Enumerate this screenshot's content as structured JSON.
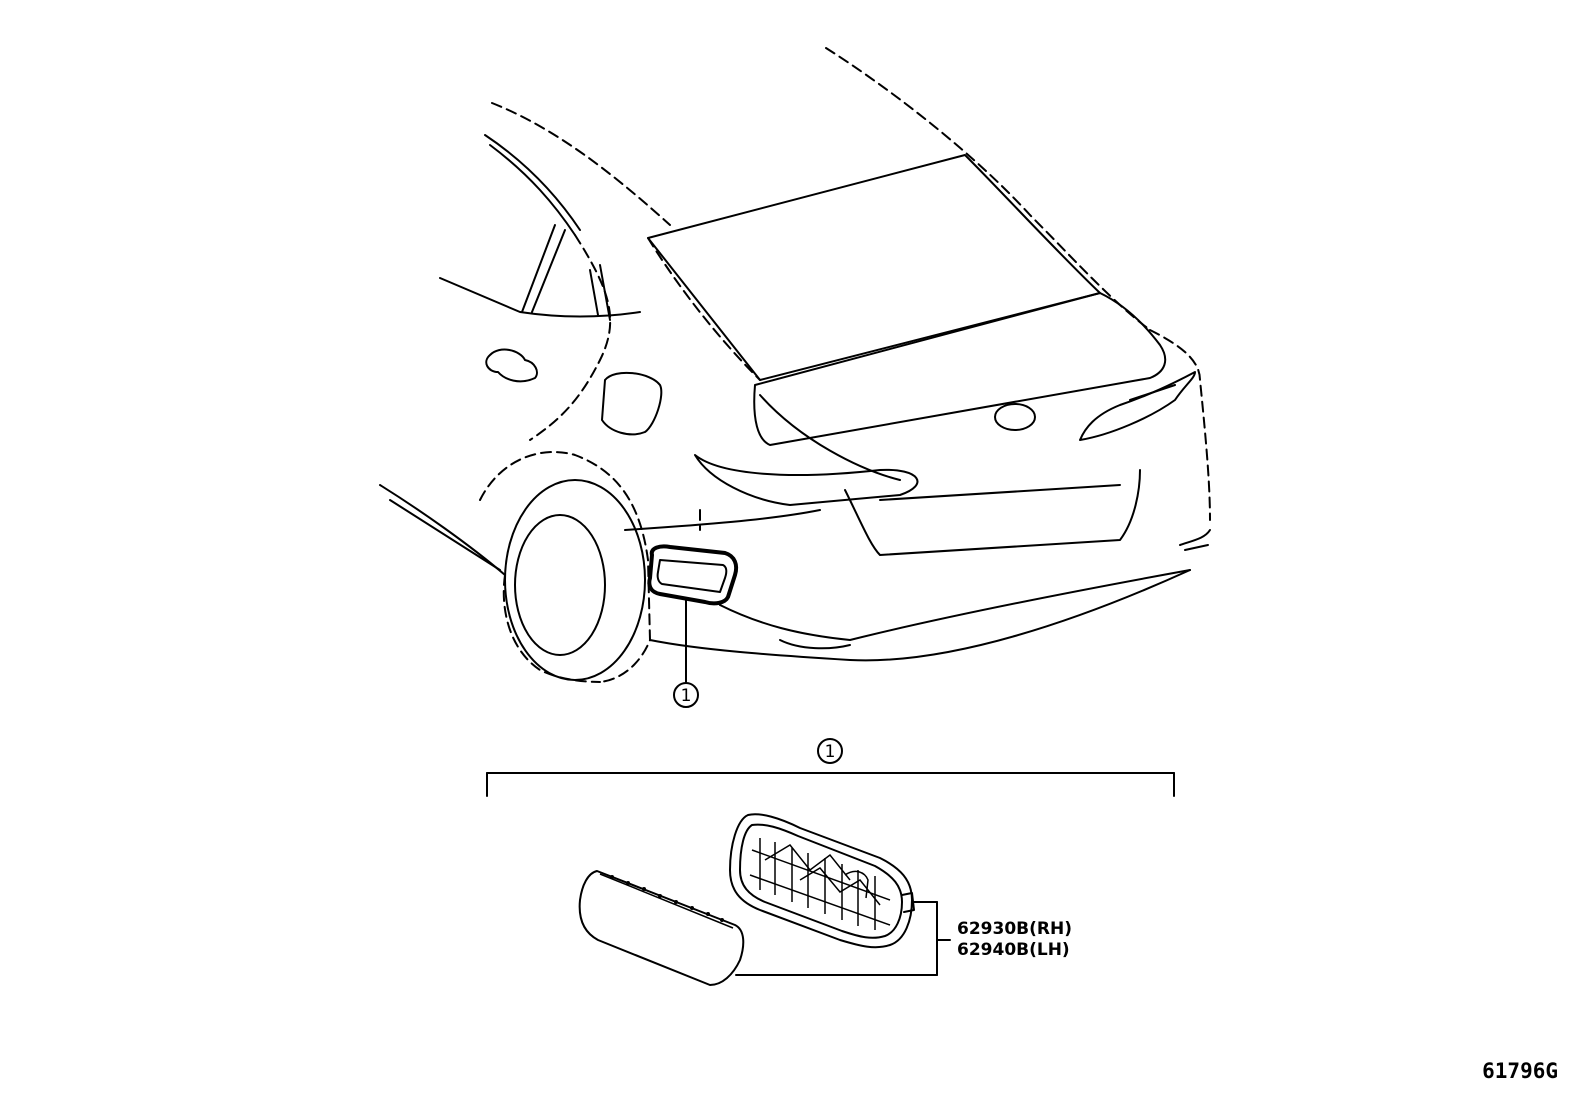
{
  "callouts": {
    "car_callout": "1",
    "group_callout": "1"
  },
  "parts": {
    "rh_part_number": "62930B(RH)",
    "lh_part_number": "62940B(LH)"
  },
  "diagram_code": "61796G"
}
